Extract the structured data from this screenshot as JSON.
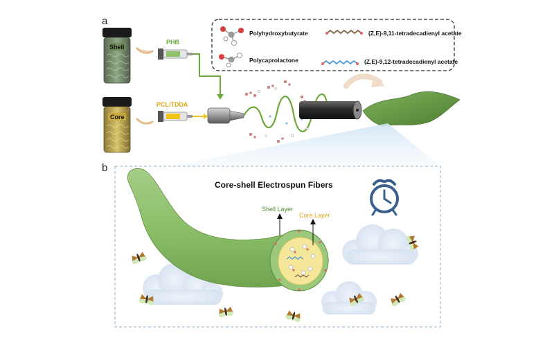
{
  "panels": {
    "a": {
      "letter": "a"
    },
    "b": {
      "letter": "b"
    }
  },
  "vials": {
    "shell": {
      "label": "Shell",
      "syringe_label": "PHB"
    },
    "core": {
      "label": "Core",
      "syringe_label": "PCL/TDDA"
    }
  },
  "legend": {
    "items": [
      {
        "label": "Polyhydroxybutyrate"
      },
      {
        "label": "(Z,E)-9,11-tetradecadienyl acetate"
      },
      {
        "label": "Polycaprolactone"
      },
      {
        "label": "(Z,E)-9,12-tetradecadienyl acetate"
      }
    ]
  },
  "fiber": {
    "title": "Core-shell Electrospun Fibers",
    "shell_label": "Shell Layer",
    "core_label": "Core Layer"
  },
  "colors": {
    "shell_green": "#6da83a",
    "core_yellow": "#f0c419",
    "fiber_green": "#9bc97a",
    "clock_blue": "#3b5f8c",
    "dash_border": "#8ab0d0"
  }
}
